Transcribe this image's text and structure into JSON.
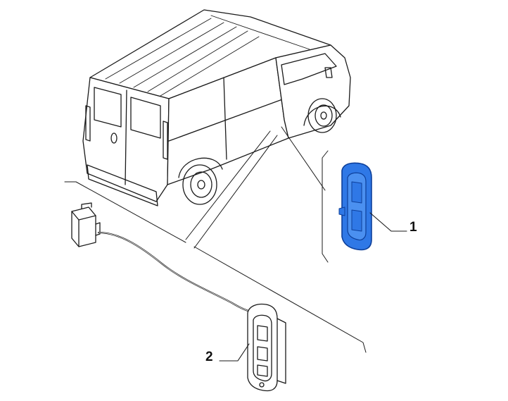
{
  "diagram": {
    "callouts": [
      {
        "id": "1",
        "label": "1",
        "part": "highlighted-lamp-housing",
        "highlighted": true
      },
      {
        "id": "2",
        "label": "2",
        "part": "lamp-with-wiring-harness",
        "highlighted": false
      }
    ],
    "colors": {
      "line": "#1a1a1a",
      "highlight_fill": "#2f78e6",
      "highlight_stroke": "#0d3f9a",
      "background": "#ffffff"
    }
  }
}
